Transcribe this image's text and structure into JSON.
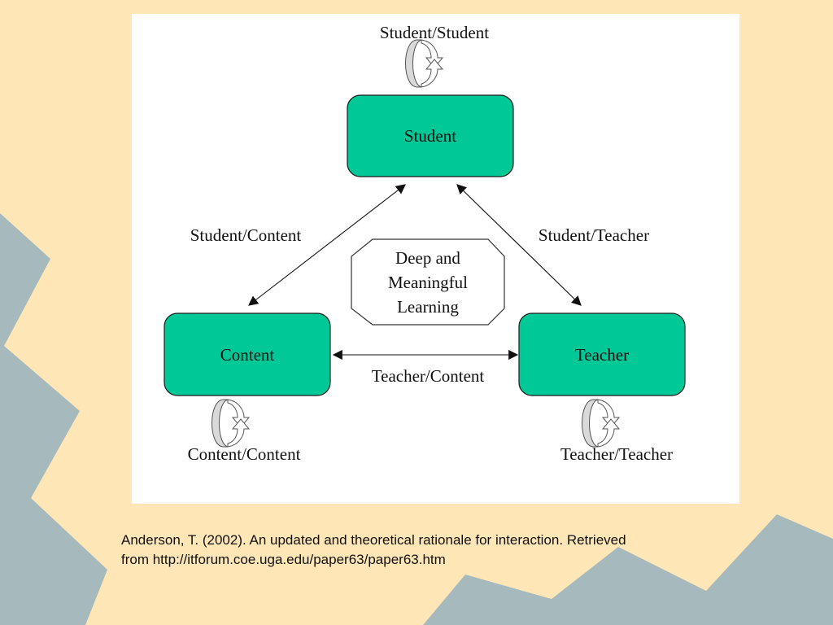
{
  "diagram": {
    "nodes": {
      "student": "Student",
      "content": "Content",
      "teacher": "Teacher"
    },
    "center": {
      "line1": "Deep and",
      "line2": "Meaningful",
      "line3": "Learning"
    },
    "edges": {
      "student_content": "Student/Content",
      "student_teacher": "Student/Teacher",
      "teacher_content": "Teacher/Content"
    },
    "self_loops": {
      "student": "Student/Student",
      "content": "Content/Content",
      "teacher": "Teacher/Teacher"
    },
    "colors": {
      "node_fill": "#00c896",
      "background": "#ffe6b6",
      "shapes": "#a6b9bc"
    }
  },
  "citation": {
    "line1": "Anderson, T. (2002).  An updated and theoretical rationale for interaction. Retrieved",
    "line2": "from http://itforum.coe.uga.edu/paper63/paper63.htm"
  }
}
